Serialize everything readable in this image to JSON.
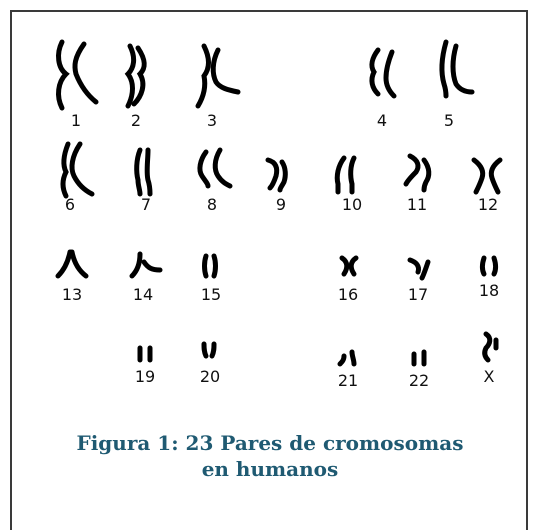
{
  "karyotype": {
    "chromosomes": [
      {
        "label": "1"
      },
      {
        "label": "2"
      },
      {
        "label": "3"
      },
      {
        "label": "4"
      },
      {
        "label": "5"
      },
      {
        "label": "6"
      },
      {
        "label": "7"
      },
      {
        "label": "8"
      },
      {
        "label": "9"
      },
      {
        "label": "10"
      },
      {
        "label": "11"
      },
      {
        "label": "12"
      },
      {
        "label": "13"
      },
      {
        "label": "14"
      },
      {
        "label": "15"
      },
      {
        "label": "16"
      },
      {
        "label": "17"
      },
      {
        "label": "18"
      },
      {
        "label": "19"
      },
      {
        "label": "20"
      },
      {
        "label": "21"
      },
      {
        "label": "22"
      },
      {
        "label": "X"
      }
    ]
  },
  "caption": {
    "line1": "Figura 1: 23 Pares de cromosomas",
    "line2": "en humanos"
  }
}
